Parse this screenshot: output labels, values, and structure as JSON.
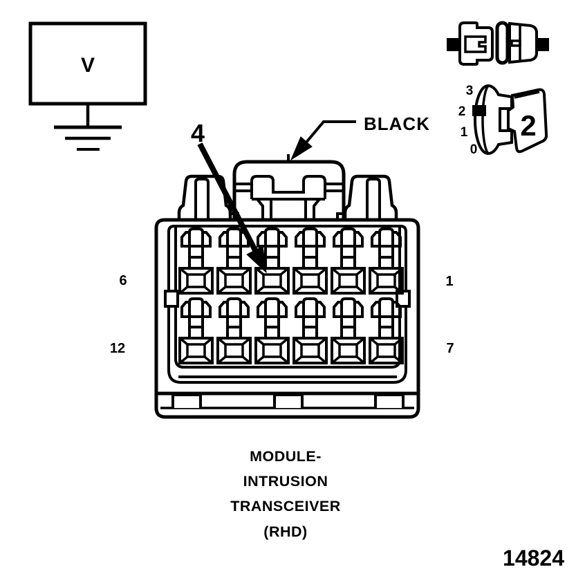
{
  "figure_number": "14824",
  "colors": {
    "ink": "#000000",
    "paper": "#ffffff"
  },
  "voltmeter": {
    "label": "V"
  },
  "wire_callout": {
    "label": "BLACK"
  },
  "pin_callout": {
    "label": "4"
  },
  "connector": {
    "rows": 2,
    "columns": 6,
    "pin_labels": {
      "row1_left": "6",
      "row1_right": "1",
      "row2_left": "12",
      "row2_right": "7"
    },
    "caption_lines": [
      "MODULE-",
      "INTRUSION",
      "TRANSCEIVER",
      "(RHD)"
    ]
  },
  "scale_selector": {
    "tick_labels": [
      "3",
      "2",
      "1",
      "0"
    ],
    "selected_tick": "2",
    "dial_label": "2"
  }
}
